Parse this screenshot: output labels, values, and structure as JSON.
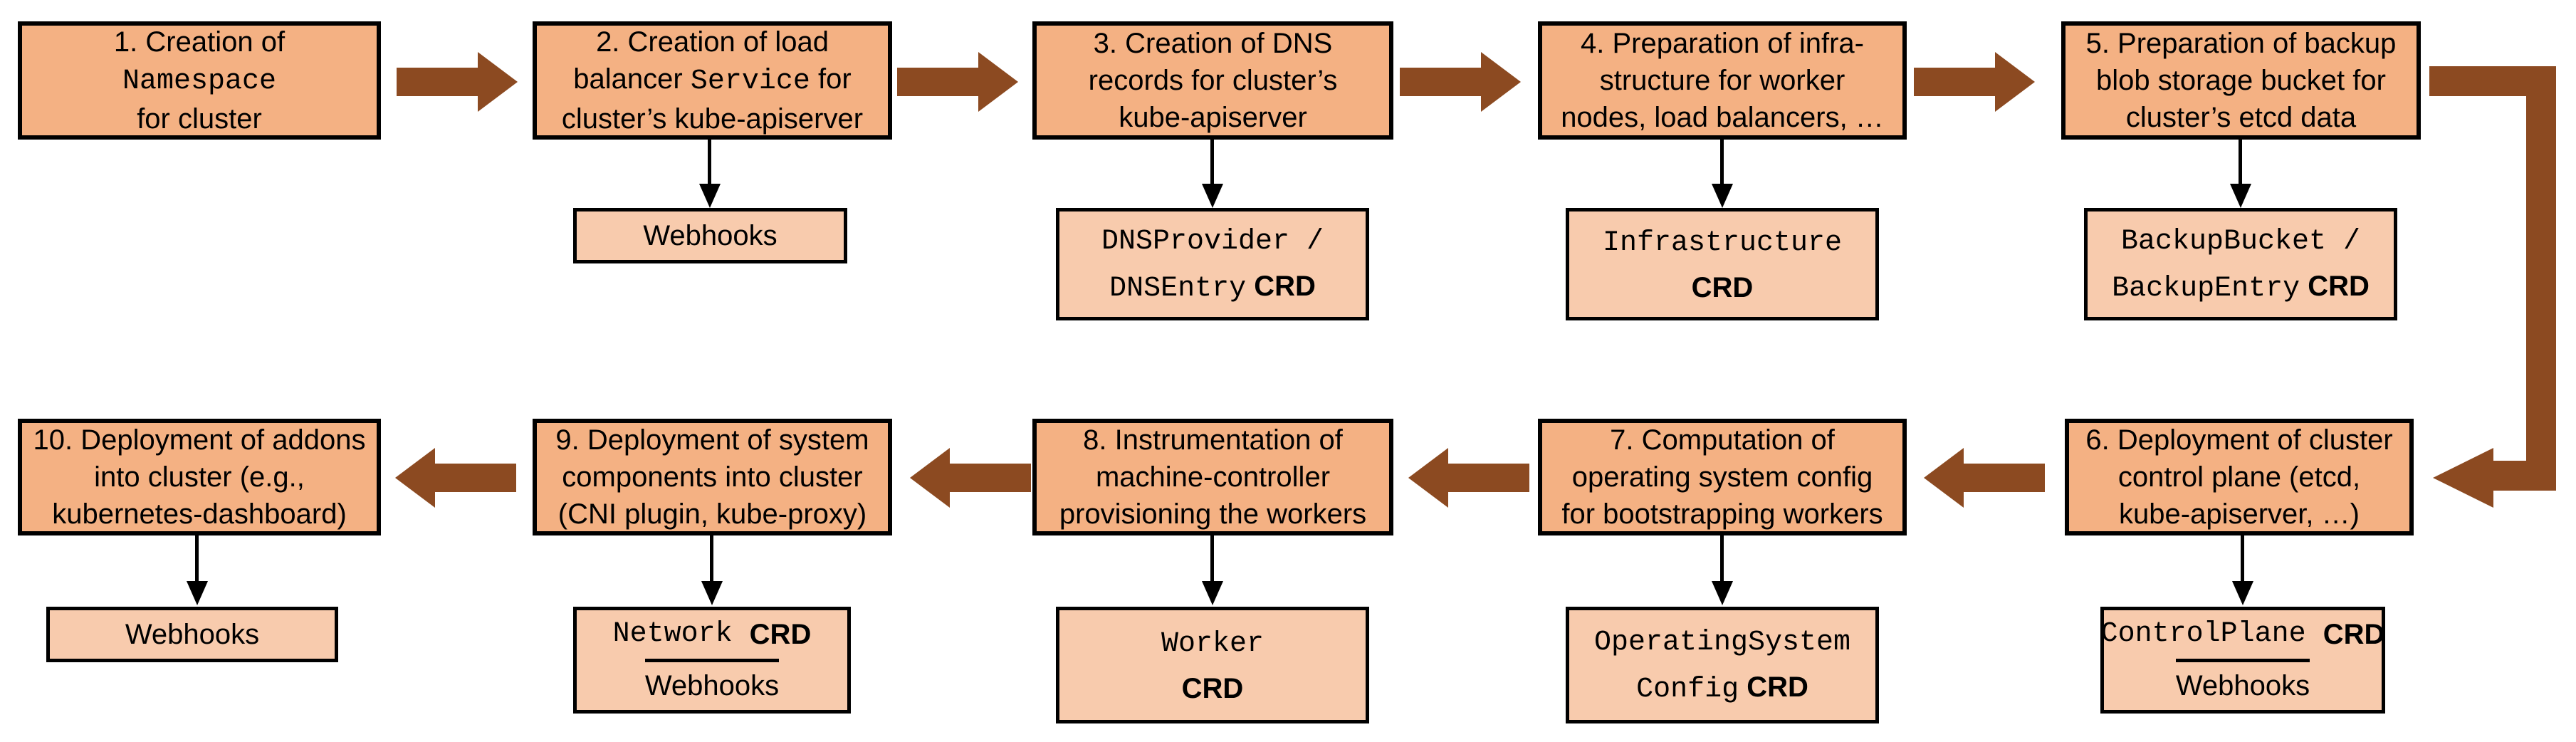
{
  "colors": {
    "box_fill": "#F4B183",
    "sub_fill": "#F8CBAD",
    "arrow": "#8C4A21",
    "border": "#000000"
  },
  "steps": [
    {
      "label_lines": [
        [
          {
            "t": "1. Creation of",
            "f": "s"
          }
        ],
        [
          {
            "t": "Namespace",
            "f": "m"
          }
        ],
        [
          {
            "t": "for cluster",
            "f": "s"
          }
        ]
      ]
    },
    {
      "label_lines": [
        [
          {
            "t": "2. Creation of load",
            "f": "s"
          }
        ],
        [
          {
            "t": "balancer ",
            "f": "s"
          },
          {
            "t": "Service",
            "f": "m"
          },
          {
            "t": " for",
            "f": "s"
          }
        ],
        [
          {
            "t": "cluster’s kube-apiserver",
            "f": "s"
          }
        ]
      ]
    },
    {
      "label_lines": [
        [
          {
            "t": "3. Creation of DNS",
            "f": "s"
          }
        ],
        [
          {
            "t": "records for cluster’s",
            "f": "s"
          }
        ],
        [
          {
            "t": "kube-apiserver",
            "f": "s"
          }
        ]
      ]
    },
    {
      "label_lines": [
        [
          {
            "t": "4. Preparation of infra-",
            "f": "s"
          }
        ],
        [
          {
            "t": "structure for worker",
            "f": "s"
          }
        ],
        [
          {
            "t": "nodes, load balancers, …",
            "f": "s"
          }
        ]
      ]
    },
    {
      "label_lines": [
        [
          {
            "t": "5. Preparation of backup",
            "f": "s"
          }
        ],
        [
          {
            "t": "blob storage bucket for",
            "f": "s"
          }
        ],
        [
          {
            "t": "cluster’s etcd data",
            "f": "s"
          }
        ]
      ]
    },
    {
      "label_lines": [
        [
          {
            "t": "6. Deployment of cluster",
            "f": "s"
          }
        ],
        [
          {
            "t": "control plane (etcd,",
            "f": "s"
          }
        ],
        [
          {
            "t": "kube-apiserver, …)",
            "f": "s"
          }
        ]
      ]
    },
    {
      "label_lines": [
        [
          {
            "t": "7. Computation of",
            "f": "s"
          }
        ],
        [
          {
            "t": "operating system config",
            "f": "s"
          }
        ],
        [
          {
            "t": "for bootstrapping workers",
            "f": "s"
          }
        ]
      ]
    },
    {
      "label_lines": [
        [
          {
            "t": "8. Instrumentation of",
            "f": "s"
          }
        ],
        [
          {
            "t": "machine-controller",
            "f": "s"
          }
        ],
        [
          {
            "t": "provisioning the workers",
            "f": "s"
          }
        ]
      ]
    },
    {
      "label_lines": [
        [
          {
            "t": "9. Deployment of system",
            "f": "s"
          }
        ],
        [
          {
            "t": "components into cluster",
            "f": "s"
          }
        ],
        [
          {
            "t": "(CNI plugin, kube-proxy)",
            "f": "s"
          }
        ]
      ]
    },
    {
      "label_lines": [
        [
          {
            "t": "10. Deployment of addons",
            "f": "s"
          }
        ],
        [
          {
            "t": "into cluster (e.g.,",
            "f": "s"
          }
        ],
        [
          {
            "t": "kubernetes-dashboard)",
            "f": "s"
          }
        ]
      ]
    }
  ],
  "artifacts": {
    "webhooks_step2": [
      [
        {
          "t": "Webhooks",
          "f": "s"
        }
      ]
    ],
    "dns_crd": [
      [
        {
          "t": "DNSProvider /",
          "f": "m"
        }
      ],
      [
        {
          "t": "DNSEntry",
          "f": "m"
        },
        {
          "t": " CRD",
          "f": "b"
        }
      ]
    ],
    "infrastructure_crd": [
      [
        {
          "t": "Infrastructure",
          "f": "m"
        }
      ],
      [
        {
          "t": "CRD",
          "f": "b"
        }
      ]
    ],
    "backup_crd": [
      [
        {
          "t": "BackupBucket /",
          "f": "m"
        }
      ],
      [
        {
          "t": "BackupEntry",
          "f": "m"
        },
        {
          "t": " CRD",
          "f": "b"
        }
      ]
    ],
    "controlplane_crd": [
      {
        "t": "ControlPlane ",
        "f": "m"
      },
      {
        "t": "CRD",
        "f": "b"
      }
    ],
    "webhooks_step6": [
      {
        "t": "Webhooks",
        "f": "s"
      }
    ],
    "osc_crd": [
      [
        {
          "t": "OperatingSystem",
          "f": "m"
        }
      ],
      [
        {
          "t": "Config",
          "f": "m"
        },
        {
          "t": " CRD",
          "f": "b"
        }
      ]
    ],
    "worker_crd": [
      [
        {
          "t": "Worker",
          "f": "m"
        }
      ],
      [
        {
          "t": "CRD",
          "f": "b"
        }
      ]
    ],
    "network_crd": [
      {
        "t": "Network ",
        "f": "m"
      },
      {
        "t": "CRD",
        "f": "b"
      }
    ],
    "webhooks_step9": [
      {
        "t": "Webhooks",
        "f": "s"
      }
    ],
    "webhooks_step10": [
      [
        {
          "t": "Webhooks",
          "f": "s"
        }
      ]
    ]
  }
}
